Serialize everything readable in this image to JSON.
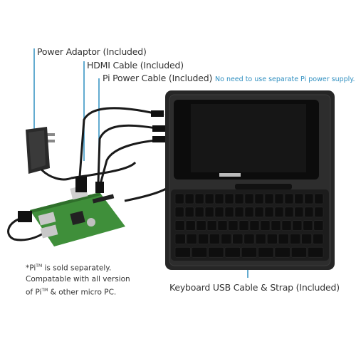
{
  "labels": {
    "power_adaptor": "Power Adaptor (Included)",
    "hdmi_cable": "HDMI Cable (Included)",
    "pi_power_cable": "Pi Power Cable (Included)",
    "no_need": "No need to use separate Pi power supply.",
    "keyboard_cable": "Keyboard USB Cable & Strap (Included)"
  },
  "note": {
    "line1_a": "*Pi",
    "line1_tm": "TM",
    "line1_b": " is sold separately.",
    "line2": "Compatable with all version",
    "line3_a": "of Pi",
    "line3_tm": "TM",
    "line3_b": " & other micro PC."
  },
  "colors": {
    "leader_line": "#2f8fc0",
    "case": "#262626",
    "screen": "#111111",
    "board": "#3f8f3a",
    "cable": "#1a1a1a"
  }
}
